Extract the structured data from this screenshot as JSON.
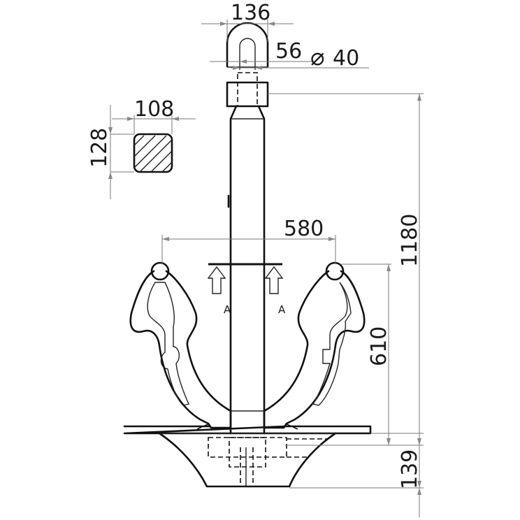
{
  "drawing": {
    "dimensions": {
      "shackle_width": "136",
      "pin_width": "56",
      "pin_diameter_symbol": "⌀",
      "pin_diameter": "40",
      "shank_section_width": "108",
      "shank_section_height": "128",
      "fluke_span": "580",
      "total_height": "1180",
      "fluke_height": "610",
      "crown_height": "139"
    },
    "section_marker_left": "A",
    "section_marker_right": "A"
  }
}
